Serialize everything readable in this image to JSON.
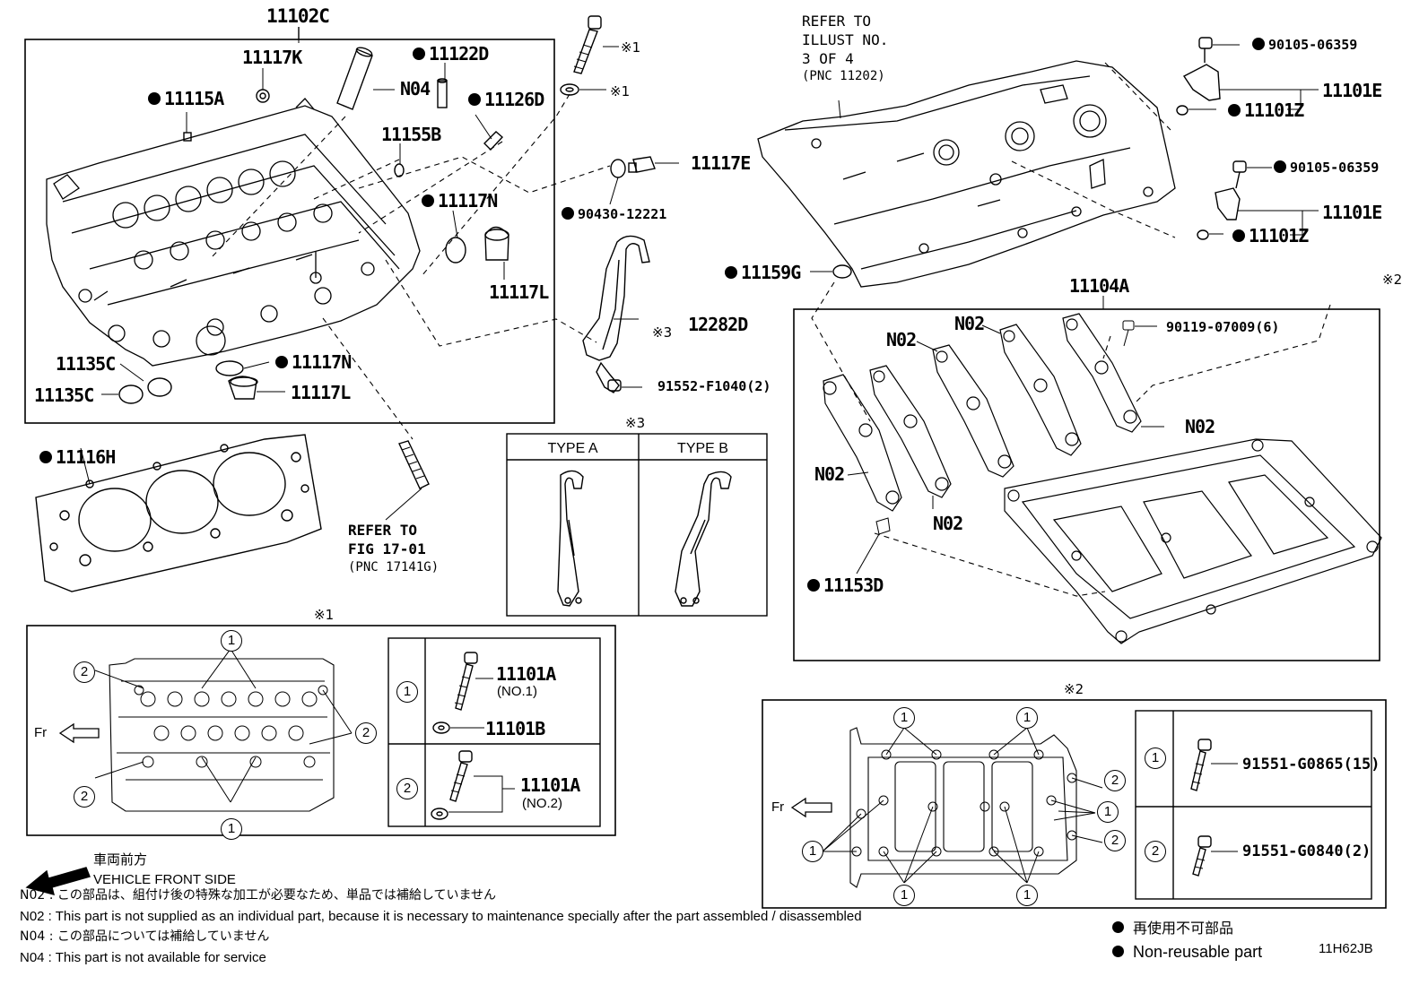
{
  "parts": {
    "p11102C": "11102C",
    "p11117K": "11117K",
    "p11122D": "11122D",
    "p11115A": "11115A",
    "pN04": "N04",
    "p11126D": "11126D",
    "p11155B": "11155B",
    "p11117N_a": "11117N",
    "p11117L_a": "11117L",
    "p11135C_a": "11135C",
    "p11135C_b": "11135C",
    "p11117N_b": "11117N",
    "p11117L_b": "11117L",
    "p11117E": "11117E",
    "p90430": "90430-12221",
    "p12282D": "12282D",
    "p91552": "91552-F1040(2)",
    "p11116H": "11116H",
    "p90105_a": "90105-06359",
    "p11101Z_a": "11101Z",
    "p11101E_a": "11101E",
    "p90105_b": "90105-06359",
    "p11101Z_b": "11101Z",
    "p11101E_b": "11101E",
    "p11159G": "11159G",
    "p11104A": "11104A",
    "pN02_a": "N02",
    "pN02_b": "N02",
    "p90119": "90119-07009(6)",
    "pN02_c": "N02",
    "pN02_d": "N02",
    "pN02_e": "N02",
    "p11153D": "11153D"
  },
  "marks": {
    "kome1_a": "※1",
    "kome1_b": "※1",
    "kome3": "※3",
    "kome2": "※2",
    "kome1_title": "※1",
    "kome2_title": "※2",
    "kome3_title": "※3"
  },
  "refs": {
    "illust_l1": "REFER TO",
    "illust_l2": "ILLUST NO.",
    "illust_l3": "3 OF 4",
    "illust_l4": "(PNC 11202)",
    "fig_l1": "REFER TO",
    "fig_l2": "FIG 17-01",
    "fig_l3": "(PNC 17141G)"
  },
  "type_table": {
    "type_a": "TYPE A",
    "type_b": "TYPE B"
  },
  "detail1": {
    "fr": "Fr",
    "n1": "1",
    "n2": "2",
    "bolt1_part": "11101A",
    "bolt1_no": "(NO.1)",
    "washer_part": "11101B",
    "bolt2_part": "11101A",
    "bolt2_no": "(NO.2)"
  },
  "detail2": {
    "fr": "Fr",
    "n1": "1",
    "n2": "2",
    "bolt1_part": "91551-G0865(15)",
    "bolt2_part": "91551-G0840(2)"
  },
  "front": {
    "jp": "車両前方",
    "en": "VEHICLE FRONT SIDE"
  },
  "notes": {
    "n02_jp": "N02 : この部品は、組付け後の特殊な加工が必要なため、単品では補給していません",
    "n02_en": "N02 : This part is not supplied as an individual part, because it is necessary to maintenance specially after the part assembled / disassembled",
    "n04_jp": "N04 : この部品については補給していません",
    "n04_en": "N04 : This part is not available for service"
  },
  "legend": {
    "jp": "再使用不可部品",
    "en": "Non-reusable part"
  },
  "diagram_code": "11H62JB"
}
